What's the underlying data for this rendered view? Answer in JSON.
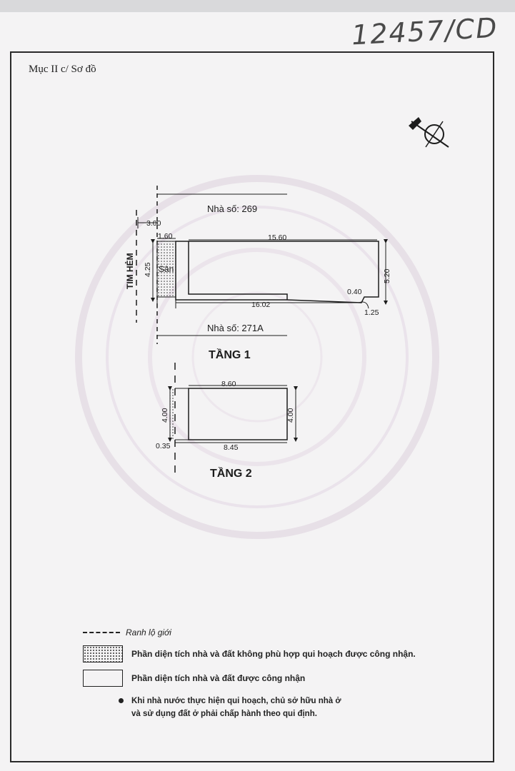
{
  "header": {
    "handwritten_number": "12457/CD",
    "section_title": "Mục II c/ Sơ đồ"
  },
  "floor1": {
    "title": "TẦNG 1",
    "neighbor_top": "Nhà số: 269",
    "neighbor_bottom": "Nhà số: 271A",
    "alley_label": "TIM HẺM",
    "yard_label": "Sân",
    "dims": {
      "alley_offset": "3.00",
      "yard_width": "1.60",
      "front_depth": "4.25",
      "top_length": "15.60",
      "bottom_length": "16.02",
      "right_depth": "5.20",
      "corner_a": "0.40",
      "corner_b": "1.25"
    }
  },
  "floor2": {
    "title": "TẦNG 2",
    "dims": {
      "top_length": "8.60",
      "bottom_length": "8.45",
      "left_depth": "4.00",
      "right_depth": "4.00",
      "strip_width": "0.35"
    }
  },
  "legend": {
    "boundary_line": "Ranh lộ giới",
    "not_recognized": "Phần diện tích nhà và đất không phù hợp qui hoạch được công nhận.",
    "recognized": "Phần diện tích nhà và đất được công nhận",
    "note_line1": "Khi nhà nước thực hiện qui hoạch, chủ sở hữu nhà ở",
    "note_line2": "và sử dụng đất ở phải chấp hành theo qui định."
  },
  "colors": {
    "ink": "#1c1c1c",
    "paper": "#f4f3f4",
    "watermark": "#d8c8da"
  }
}
